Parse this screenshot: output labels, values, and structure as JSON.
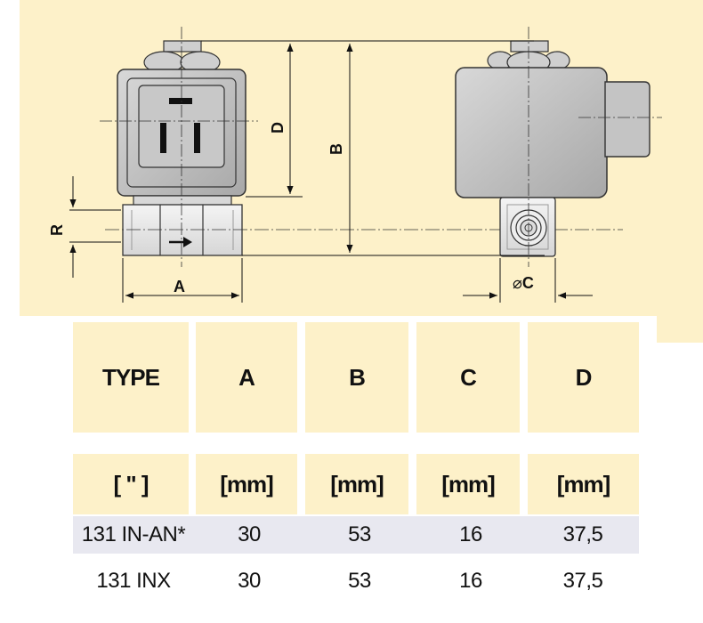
{
  "diagram": {
    "labels": {
      "a": "A",
      "b": "B",
      "c": "C",
      "c_prefix": "⌀",
      "d": "D",
      "r": "R"
    }
  },
  "table": {
    "headers": [
      "TYPE",
      "A",
      "B",
      "C",
      "D"
    ],
    "units": [
      "[ \" ]",
      "[mm]",
      "[mm]",
      "[mm]",
      "[mm]"
    ],
    "rows": [
      [
        "131 IN-AN*",
        "30",
        "53",
        "16",
        "37,5"
      ],
      [
        "131 INX",
        "30",
        "53",
        "16",
        "37,5"
      ]
    ]
  },
  "colors": {
    "panel": "#fdf1c9",
    "coil": "#bdbdbd",
    "row_alt": "#e8e8f0"
  }
}
